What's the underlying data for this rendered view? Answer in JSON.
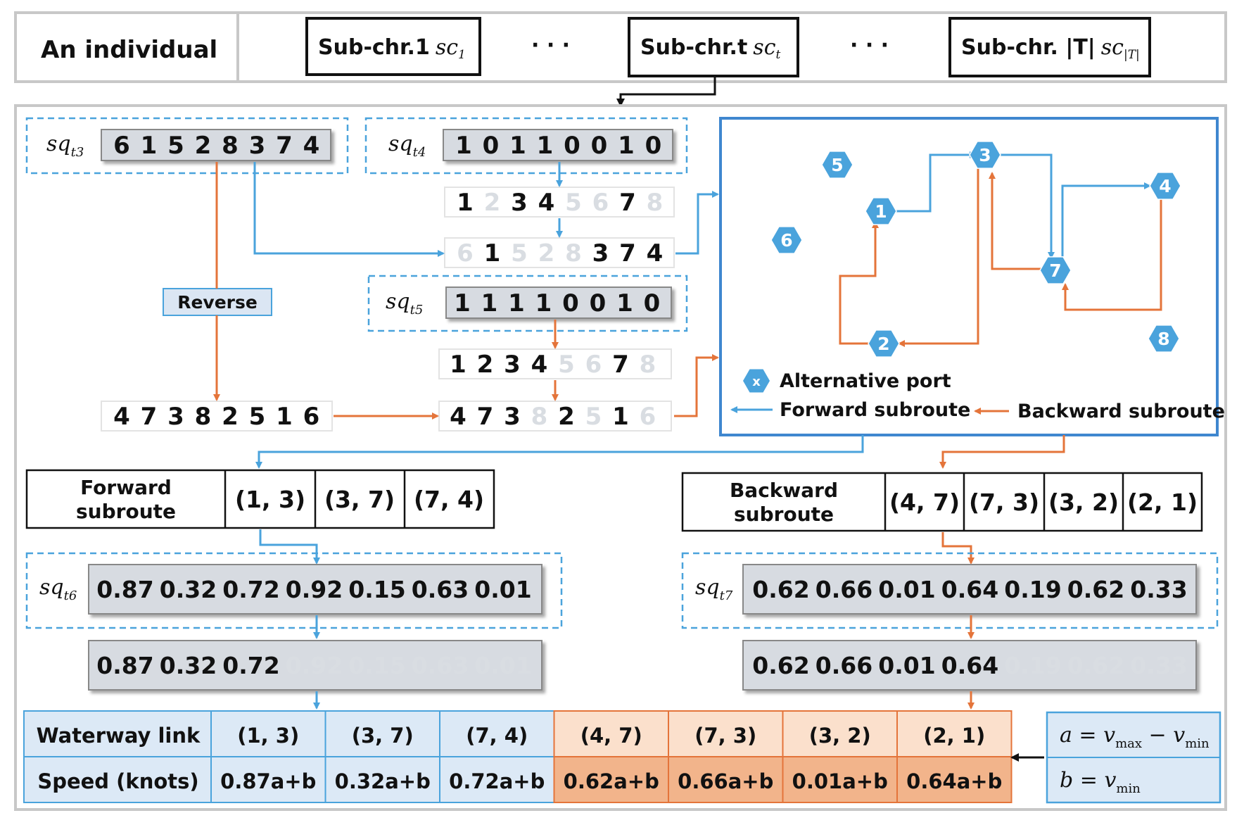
{
  "header": {
    "individual_label": "An individual",
    "sub1_label": "Sub-chr.1",
    "sub1_var": "sc",
    "sub1_sub": "1",
    "subt_label": "Sub-chr.t",
    "subt_var": "sc",
    "subt_sub": "t",
    "subT_label": "Sub-chr. |T|",
    "subT_var": "sc",
    "subT_sub": "|T|",
    "ellipsis": "· · ·"
  },
  "sequences": {
    "sq_var": "sq",
    "sq3_sub": "t3",
    "sq3": [
      "6",
      "1",
      "5",
      "2",
      "8",
      "3",
      "7",
      "4"
    ],
    "sq4_sub": "t4",
    "sq4": [
      "1",
      "0",
      "1",
      "1",
      "0",
      "0",
      "1",
      "0"
    ],
    "row_ports": [
      {
        "v": "1",
        "on": true
      },
      {
        "v": "2",
        "on": false
      },
      {
        "v": "3",
        "on": true
      },
      {
        "v": "4",
        "on": true
      },
      {
        "v": "5",
        "on": false
      },
      {
        "v": "6",
        "on": false
      },
      {
        "v": "7",
        "on": true
      },
      {
        "v": "8",
        "on": false
      }
    ],
    "row_forward": [
      {
        "v": "6",
        "on": false
      },
      {
        "v": "1",
        "on": true
      },
      {
        "v": "5",
        "on": false
      },
      {
        "v": "2",
        "on": false
      },
      {
        "v": "8",
        "on": false
      },
      {
        "v": "3",
        "on": true
      },
      {
        "v": "7",
        "on": true
      },
      {
        "v": "4",
        "on": true
      }
    ],
    "reverse_label": "Reverse",
    "sq5_sub": "t5",
    "sq5": [
      "1",
      "1",
      "1",
      "1",
      "0",
      "0",
      "1",
      "0"
    ],
    "row_ports2": [
      {
        "v": "1",
        "on": true
      },
      {
        "v": "2",
        "on": true
      },
      {
        "v": "3",
        "on": true
      },
      {
        "v": "4",
        "on": true
      },
      {
        "v": "5",
        "on": false
      },
      {
        "v": "6",
        "on": false
      },
      {
        "v": "7",
        "on": true
      },
      {
        "v": "8",
        "on": false
      }
    ],
    "reversed": [
      "4",
      "7",
      "3",
      "8",
      "2",
      "5",
      "1",
      "6"
    ],
    "row_backward": [
      {
        "v": "4",
        "on": true
      },
      {
        "v": "7",
        "on": true
      },
      {
        "v": "3",
        "on": true
      },
      {
        "v": "8",
        "on": false
      },
      {
        "v": "2",
        "on": true
      },
      {
        "v": "5",
        "on": false
      },
      {
        "v": "1",
        "on": true
      },
      {
        "v": "6",
        "on": false
      }
    ]
  },
  "map": {
    "ports": [
      "1",
      "2",
      "3",
      "4",
      "5",
      "6",
      "7",
      "8"
    ],
    "port_color": "#4aa3dc",
    "legend_symbol": "x",
    "legend_port": "Alternative port",
    "legend_forward": "Forward subroute",
    "legend_backward": "Backward subroute"
  },
  "subroutes": {
    "forward_label_line1": "Forward",
    "forward_label_line2": "subroute",
    "forward": [
      "(1, 3)",
      "(3, 7)",
      "(7, 4)"
    ],
    "backward_label_line1": "Backward",
    "backward_label_line2": "subroute",
    "backward": [
      "(4, 7)",
      "(7, 3)",
      "(3, 2)",
      "(2, 1)"
    ]
  },
  "speeds": {
    "sq6_sub": "t6",
    "sq6": [
      "0.87",
      "0.32",
      "0.72",
      "0.92",
      "0.15",
      "0.63",
      "0.01"
    ],
    "sq6_used": 3,
    "sq7_sub": "t7",
    "sq7": [
      "0.62",
      "0.66",
      "0.01",
      "0.64",
      "0.19",
      "0.62",
      "0.33"
    ],
    "sq7_used": 4
  },
  "table": {
    "row1_header": "Waterway link",
    "row2_header": "Speed (knots)",
    "links": [
      "(1, 3)",
      "(3, 7)",
      "(7, 4)",
      "(4, 7)",
      "(7, 3)",
      "(3, 2)",
      "(2, 1)"
    ],
    "speeds": [
      "0.87a+b",
      "0.32a+b",
      "0.72a+b",
      "0.62a+b",
      "0.66a+b",
      "0.01a+b",
      "0.64a+b"
    ],
    "forward_count": 3,
    "forward_bg": "#dce9f6",
    "backward_bg_top": "#fbe0cc",
    "backward_bg_bottom": "#f2b48b"
  },
  "formula": {
    "a_var": "a",
    "b_var": "b",
    "v": "v",
    "max": "max",
    "min": "min",
    "eq": " = ",
    "minus": " − "
  },
  "colors": {
    "blue": "#4aa3dc",
    "orange": "#e4743a",
    "grey_cell": "#d7dbe1"
  }
}
